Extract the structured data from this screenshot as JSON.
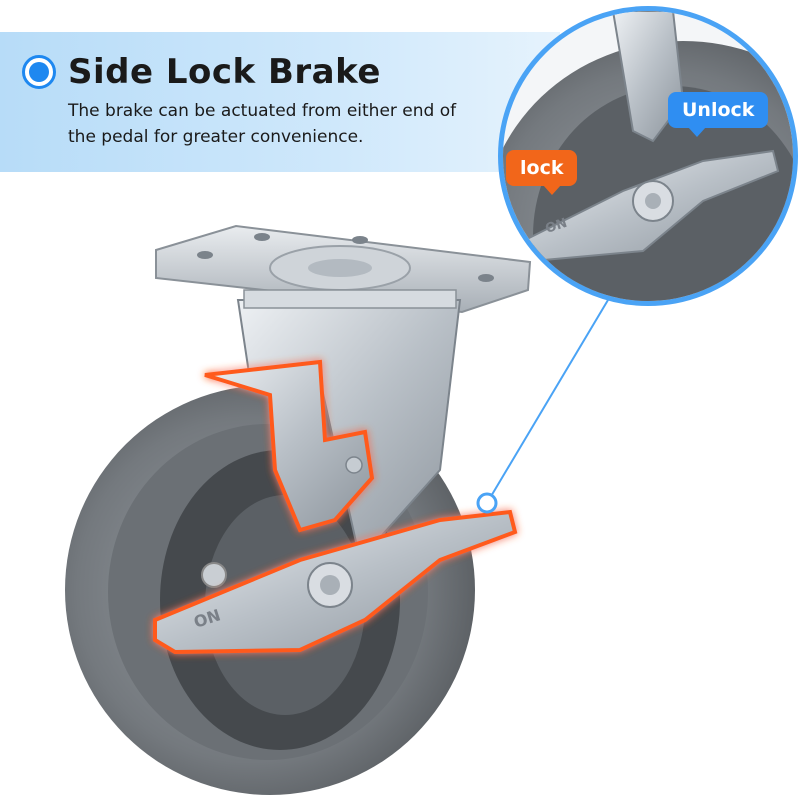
{
  "header": {
    "title": "Side Lock Brake",
    "description": "The brake can be actuated from either end of the pedal for greater convenience."
  },
  "callouts": {
    "unlock_label": "Unlock",
    "lock_label": "lock"
  },
  "colors": {
    "accent_blue": "#2f8ef2",
    "accent_orange": "#f2661a",
    "banner_blue": "#cfe8fb",
    "wheel_gray": "#7d8186",
    "glow_orange": "#ff5a1f"
  },
  "icons": {
    "title_bullet": "radio-dot-icon"
  }
}
